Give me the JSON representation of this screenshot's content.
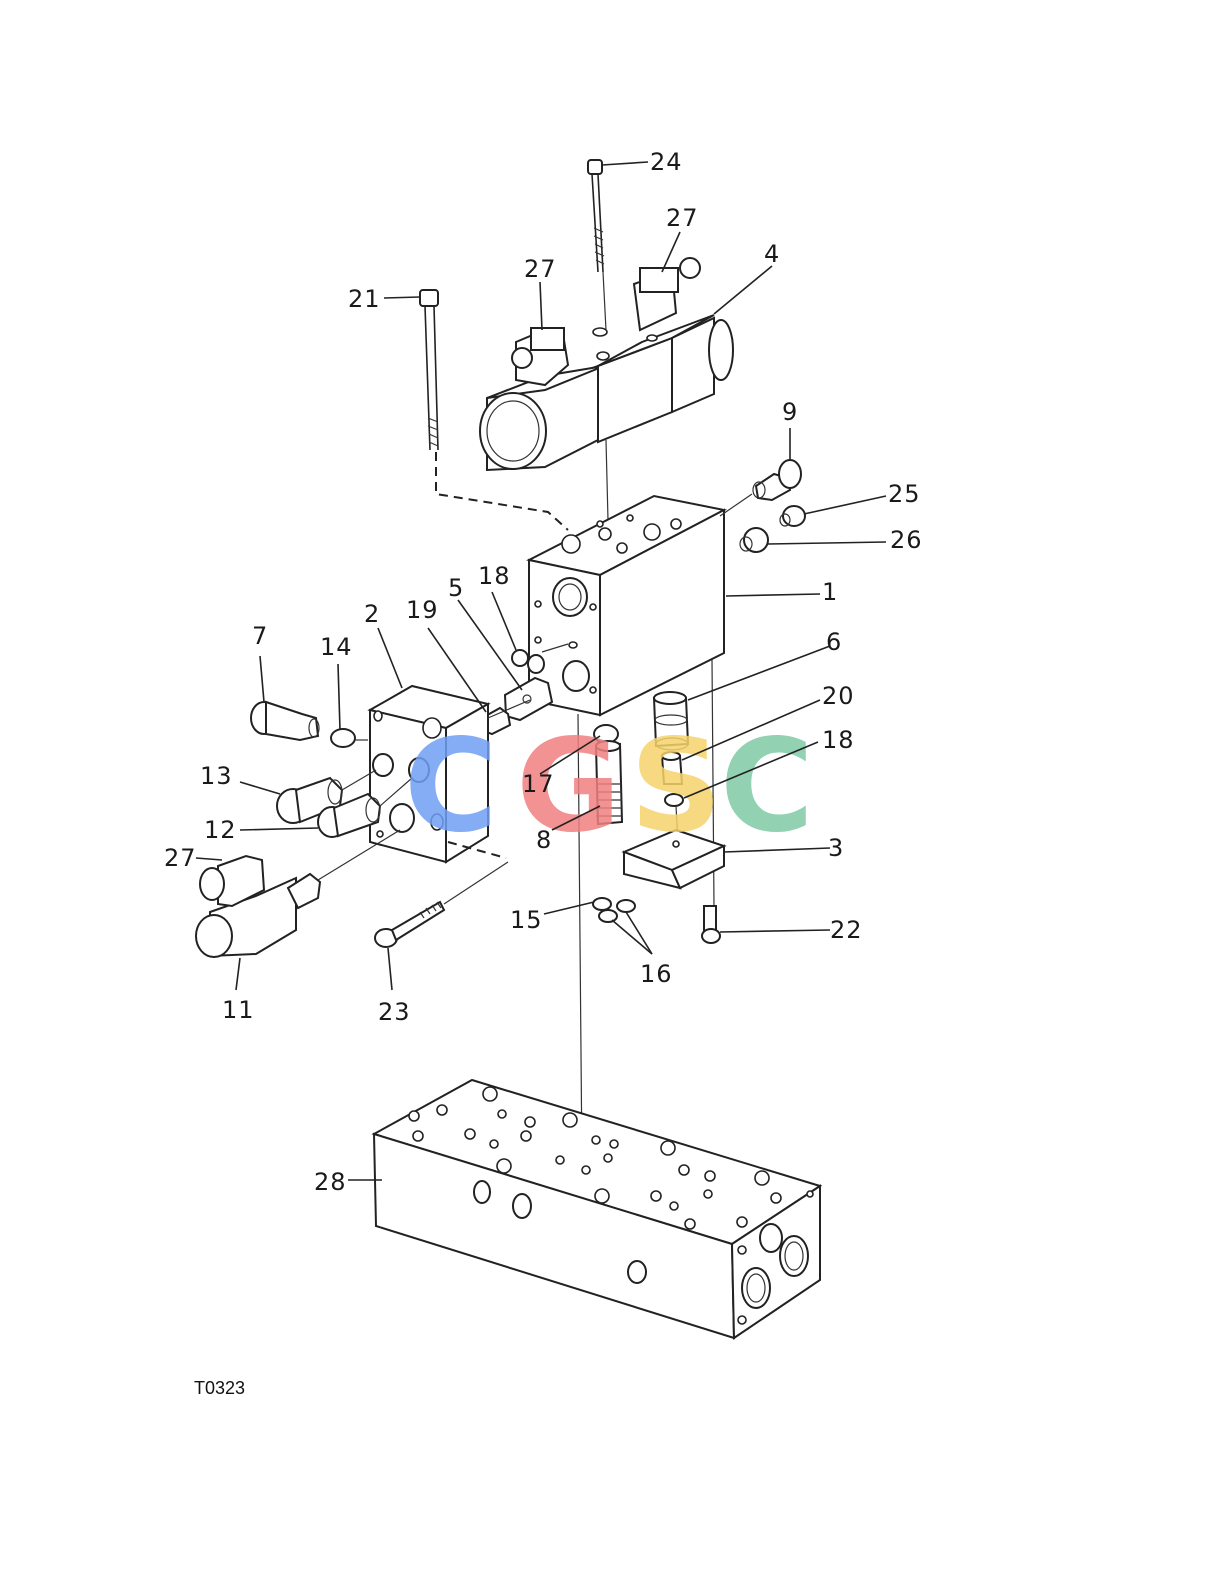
{
  "diagram": {
    "callouts": [
      {
        "id": "c24",
        "text": "24"
      },
      {
        "id": "c27a",
        "text": "27"
      },
      {
        "id": "c27b",
        "text": "27"
      },
      {
        "id": "c4",
        "text": "4"
      },
      {
        "id": "c21",
        "text": "21"
      },
      {
        "id": "c9",
        "text": "9"
      },
      {
        "id": "c25",
        "text": "25"
      },
      {
        "id": "c26",
        "text": "26"
      },
      {
        "id": "c1",
        "text": "1"
      },
      {
        "id": "c18a",
        "text": "18"
      },
      {
        "id": "c5",
        "text": "5"
      },
      {
        "id": "c19",
        "text": "19"
      },
      {
        "id": "c2",
        "text": "2"
      },
      {
        "id": "c7",
        "text": "7"
      },
      {
        "id": "c14",
        "text": "14"
      },
      {
        "id": "c6",
        "text": "6"
      },
      {
        "id": "c20",
        "text": "20"
      },
      {
        "id": "c18b",
        "text": "18"
      },
      {
        "id": "c13",
        "text": "13"
      },
      {
        "id": "c17",
        "text": "17"
      },
      {
        "id": "c12",
        "text": "12"
      },
      {
        "id": "c8",
        "text": "8"
      },
      {
        "id": "c3",
        "text": "3"
      },
      {
        "id": "c27c",
        "text": "27"
      },
      {
        "id": "c15",
        "text": "15"
      },
      {
        "id": "c22",
        "text": "22"
      },
      {
        "id": "c16",
        "text": "16"
      },
      {
        "id": "c11",
        "text": "11"
      },
      {
        "id": "c23",
        "text": "23"
      },
      {
        "id": "c28",
        "text": "28"
      }
    ],
    "drawing_code": "T0323",
    "watermark": {
      "letters": [
        "C",
        "G",
        "S",
        "C"
      ],
      "colors": [
        "#6f9ff5",
        "#f08080",
        "#f5d36a",
        "#7fc9a4"
      ]
    }
  }
}
